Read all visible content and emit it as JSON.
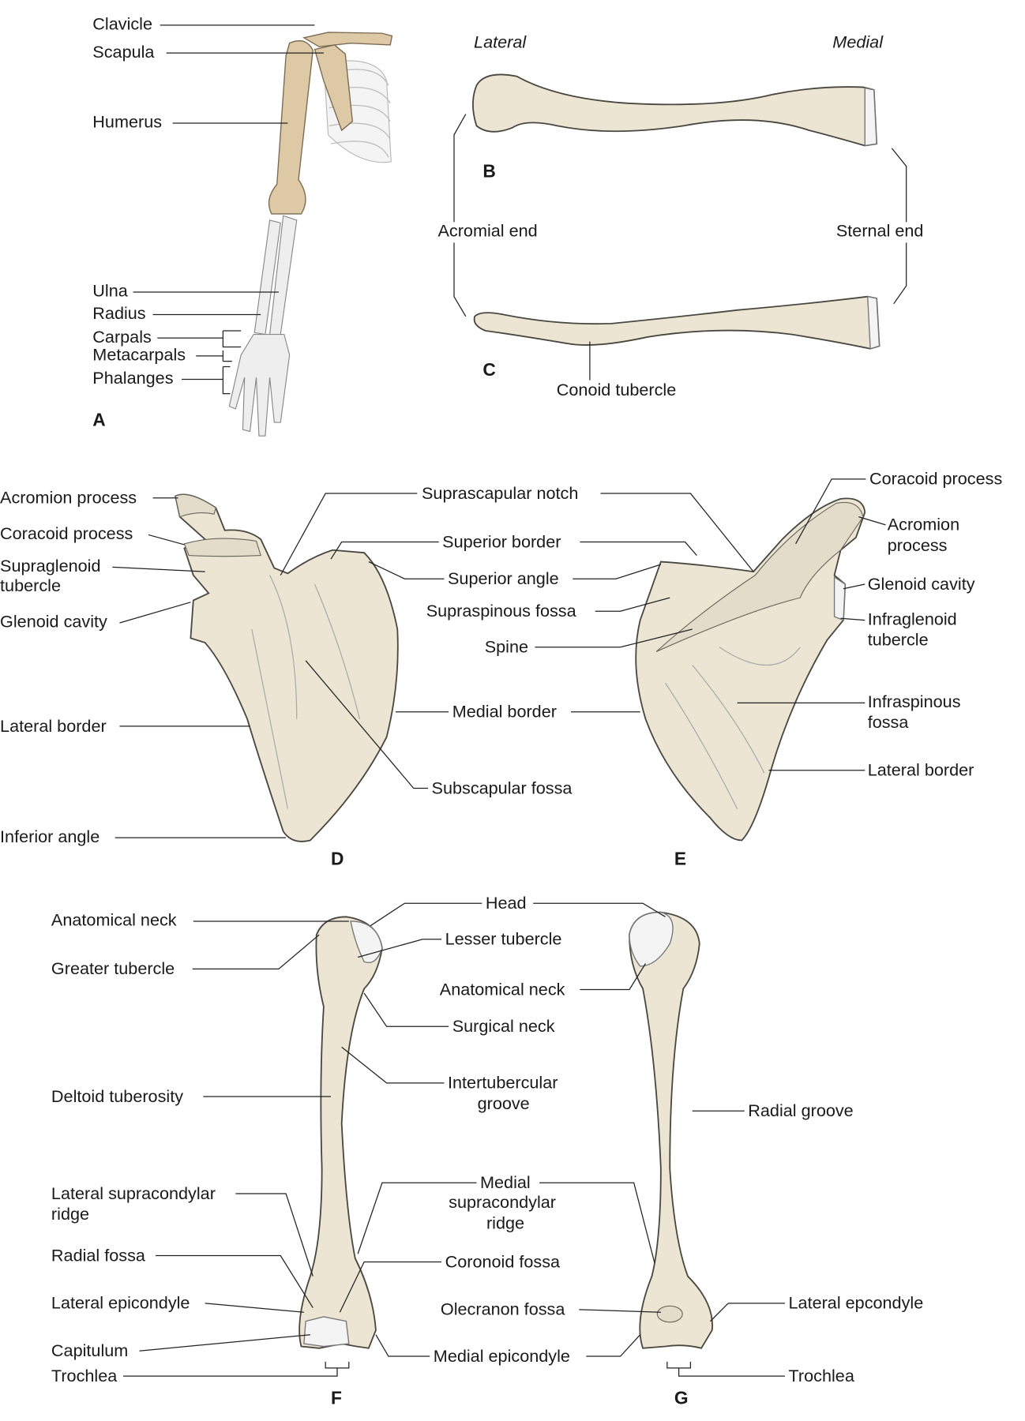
{
  "panel_a": {
    "letter": "A",
    "labels": [
      "Clavicle",
      "Scapula",
      "Humerus",
      "Ulna",
      "Radius",
      "Carpals",
      "Metacarpals",
      "Phalanges"
    ]
  },
  "panel_bc": {
    "letter_b": "B",
    "letter_c": "C",
    "lateral": "Lateral",
    "medial": "Medial",
    "acromial_end": "Acromial end",
    "sternal_end": "Sternal end",
    "conoid_tubercle": "Conoid tubercle"
  },
  "panel_d": {
    "letter": "D",
    "left_labels": [
      "Acromion process",
      "Coracoid process",
      "Supraglenoid",
      "tubercle",
      "Glenoid cavity",
      "Lateral border",
      "Inferior angle"
    ]
  },
  "center_de": {
    "labels": [
      "Suprascapular notch",
      "Superior border",
      "Superior angle",
      "Supraspinous fossa",
      "Spine",
      "Medial border",
      "Subscapular fossa"
    ]
  },
  "panel_e": {
    "letter": "E",
    "right_labels": [
      "Coracoid process",
      "Acromion",
      "process",
      "Glenoid cavity",
      "Infraglenoid",
      "tubercle",
      "Infraspinous",
      "fossa",
      "Lateral border"
    ]
  },
  "panel_f": {
    "letter": "F",
    "left_labels": [
      "Anatomical neck",
      "Greater tubercle",
      "Deltoid tuberosity",
      "Lateral supracondylar",
      "ridge",
      "Radial fossa",
      "Lateral epicondyle",
      "Capitulum",
      "Trochlea"
    ]
  },
  "center_fg": {
    "labels": [
      "Head",
      "Lesser tubercle",
      "Anatomical neck",
      "Surgical neck",
      "Intertubercular",
      "groove",
      "Medial",
      "supracondylar",
      "ridge",
      "Coronoid fossa",
      "Olecranon fossa",
      "Medial epicondyle"
    ]
  },
  "panel_g": {
    "letter": "G",
    "right_labels": [
      "Radial groove",
      "Lateral epcondyle",
      "Trochlea"
    ]
  }
}
